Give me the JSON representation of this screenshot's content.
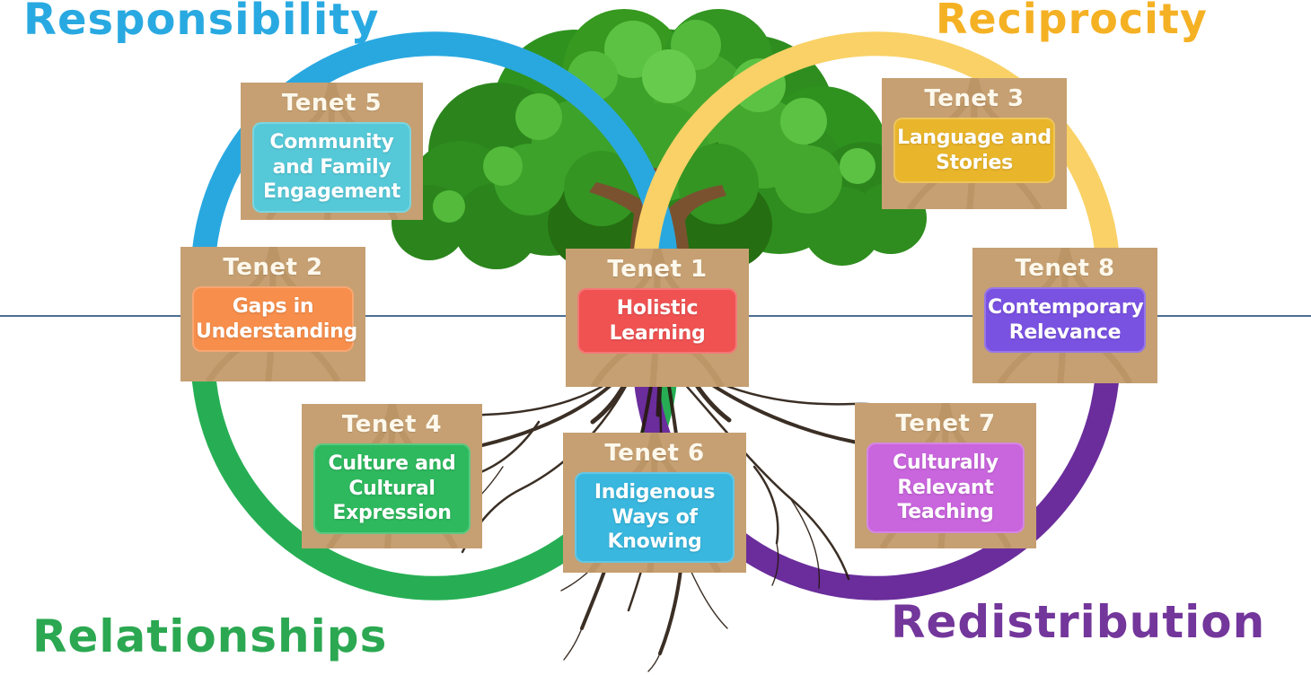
{
  "corner_labels": {
    "top_left": {
      "text": "Responsibility",
      "color": "#29a9e1"
    },
    "top_right": {
      "text": "Reciprocity",
      "color": "#f5b124"
    },
    "bottom_left": {
      "text": "Relationships",
      "color": "#2ba851"
    },
    "bottom_right": {
      "text": "Redistribution",
      "color": "#73369b"
    }
  },
  "divider": {
    "color": "#4c6e93"
  },
  "box": {
    "background": "#c6a072"
  },
  "tenets": [
    {
      "title": "Tenet 1",
      "label": "Holistic Learning",
      "color": "#f05252"
    },
    {
      "title": "Tenet 2",
      "label": "Gaps in Understanding",
      "color": "#f78e4b"
    },
    {
      "title": "Tenet 3",
      "label": "Language and Stories",
      "color": "#e9b52b"
    },
    {
      "title": "Tenet 4",
      "label": "Culture and Cultural Expression",
      "color": "#2eb95e"
    },
    {
      "title": "Tenet 5",
      "label": "Community and Family Engagement",
      "color": "#56c9d8"
    },
    {
      "title": "Tenet 6",
      "label": "Indigenous Ways of Knowing",
      "color": "#39b7de"
    },
    {
      "title": "Tenet 7",
      "label": "Culturally Relevant Teaching",
      "color": "#c965dd"
    },
    {
      "title": "Tenet 8",
      "label": "Contemporary Relevance",
      "color": "#7a52e2"
    }
  ],
  "rings": {
    "responsibility": "#29a8e0",
    "reciprocity": "#f9d166",
    "relationships": "#27ae54",
    "redistribution": "#6a2d9b"
  },
  "tree": {
    "canopy_color": "#2e8d1e",
    "trunk_color": "#7a5230",
    "roots_color": "#26190e"
  }
}
